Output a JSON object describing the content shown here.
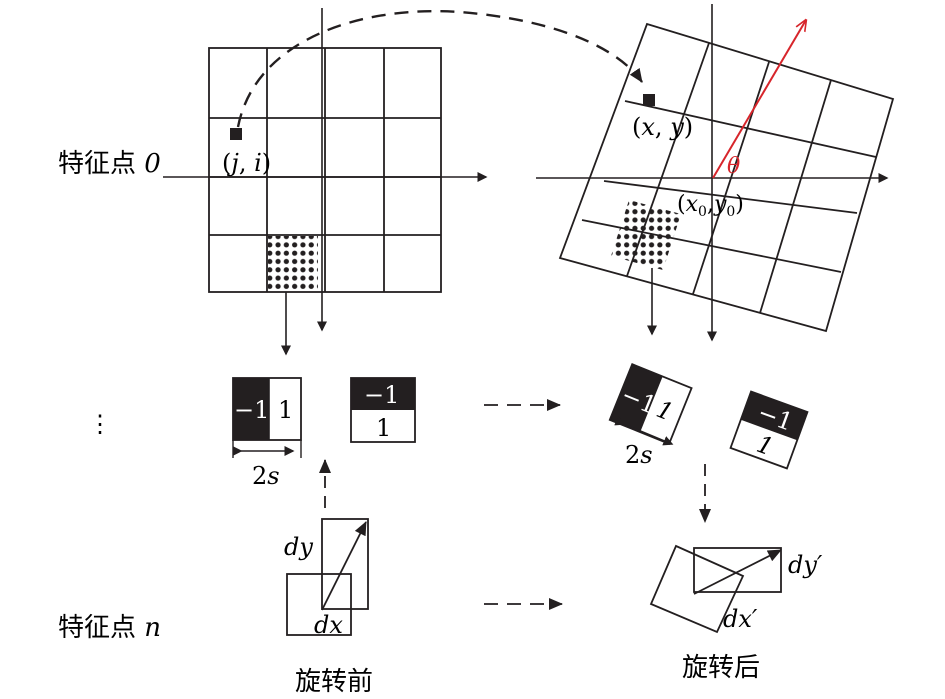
{
  "labels": {
    "feature_0_prefix": "特征点",
    "feature_0_index": "0",
    "feature_n_prefix": "特征点",
    "feature_n_index": "n",
    "before_rotation": "旋转前",
    "after_rotation": "旋转后",
    "vertical_ellipsis": "⋮"
  },
  "points": {
    "source": {
      "open": "(",
      "j": "j",
      "comma": ", ",
      "i": "i",
      "close": ")"
    },
    "target": {
      "open": "(",
      "x": "x",
      "comma": ", ",
      "y": "y",
      "close": ")"
    },
    "center": {
      "open": "(",
      "x": "x",
      "x_sub": "0",
      "comma": ",",
      "y": "y",
      "y_sub": "0",
      "close": ")"
    },
    "angle": "θ"
  },
  "haar": {
    "neg": "−1",
    "pos": "1",
    "width_num": "2",
    "width_var": "s"
  },
  "gradients": {
    "dy": "dy",
    "dx": "dx",
    "dy_rot": "dy′",
    "dx_rot": "dx′"
  },
  "colors": {
    "ink": "#231f20",
    "accent": "#d7252b",
    "background": "#ffffff"
  }
}
